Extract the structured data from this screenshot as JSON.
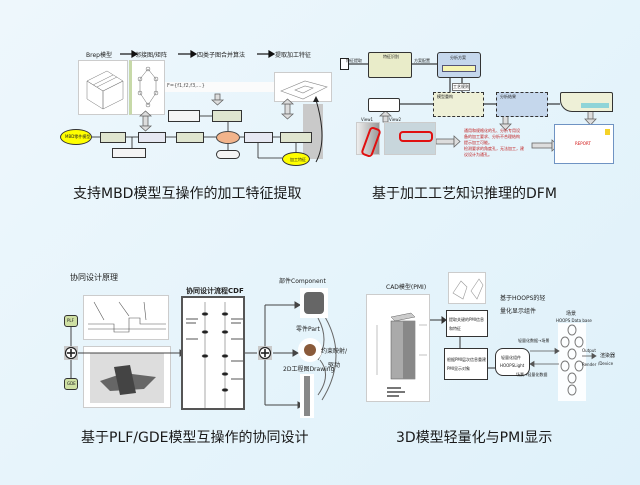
{
  "captions": {
    "top_left": "支持MBD模型互操作的加工特征提取",
    "top_right": "基于加工工艺知识推理的DFM",
    "bottom_left": "基于PLF/GDE模型互操作的协同设计",
    "bottom_right": "3D模型轻量化与PMI显示"
  },
  "panel_feature_extraction": {
    "pipeline": [
      "Brep模型",
      "邻接图/矩阵",
      "四类子图合并算法",
      "提取加工特征"
    ],
    "formula": "F={f1,f2,f3,...}",
    "start_node": "MBD零件模型",
    "final_node": "加工特征"
  },
  "panel_dfm": {
    "nodes": [
      "特征识别",
      "分析方案",
      "模型重构",
      "分析结果",
      "报告"
    ],
    "edge_labels": [
      "特征提取",
      "方案配置",
      "工艺规则"
    ],
    "view_labels": [
      "View1",
      "View2"
    ],
    "notes": [
      "通用和规格化的孔、分析专用设",
      "备的加工要求、分析不合理结构",
      "提示加工可能。",
      "检测要求的角度孔，无法加工，建议设计为通孔。"
    ],
    "report_label": "REPORT"
  },
  "panel_collaborative": {
    "title": "协同设计原理",
    "flow_title": "协同设计流程CDF",
    "left_tags": [
      "PLF",
      "GDE"
    ],
    "outputs": [
      "部件Component",
      "零件Part",
      "2D工程图Drawing"
    ],
    "relation_label": "约束映射/驱动"
  },
  "panel_lightweight": {
    "cad_title": "CAD模型(PMI)",
    "steps": [
      "提取关键的PMI信息和特征",
      "根据PMI层次信息重建PMI显示对象"
    ],
    "component_title": "基于HOOPS的轻量化显示组件",
    "component_box": [
      "轻量化组件",
      "HOOPSLight"
    ],
    "db_title": "场景",
    "db_subtitle": "HOOPS Data base",
    "arrow_top": "轻量化数据→场景",
    "arrow_bottom": "场景→轻量化数据",
    "output_labels": [
      "Output",
      "Render",
      "渲染器",
      "/Device"
    ]
  }
}
